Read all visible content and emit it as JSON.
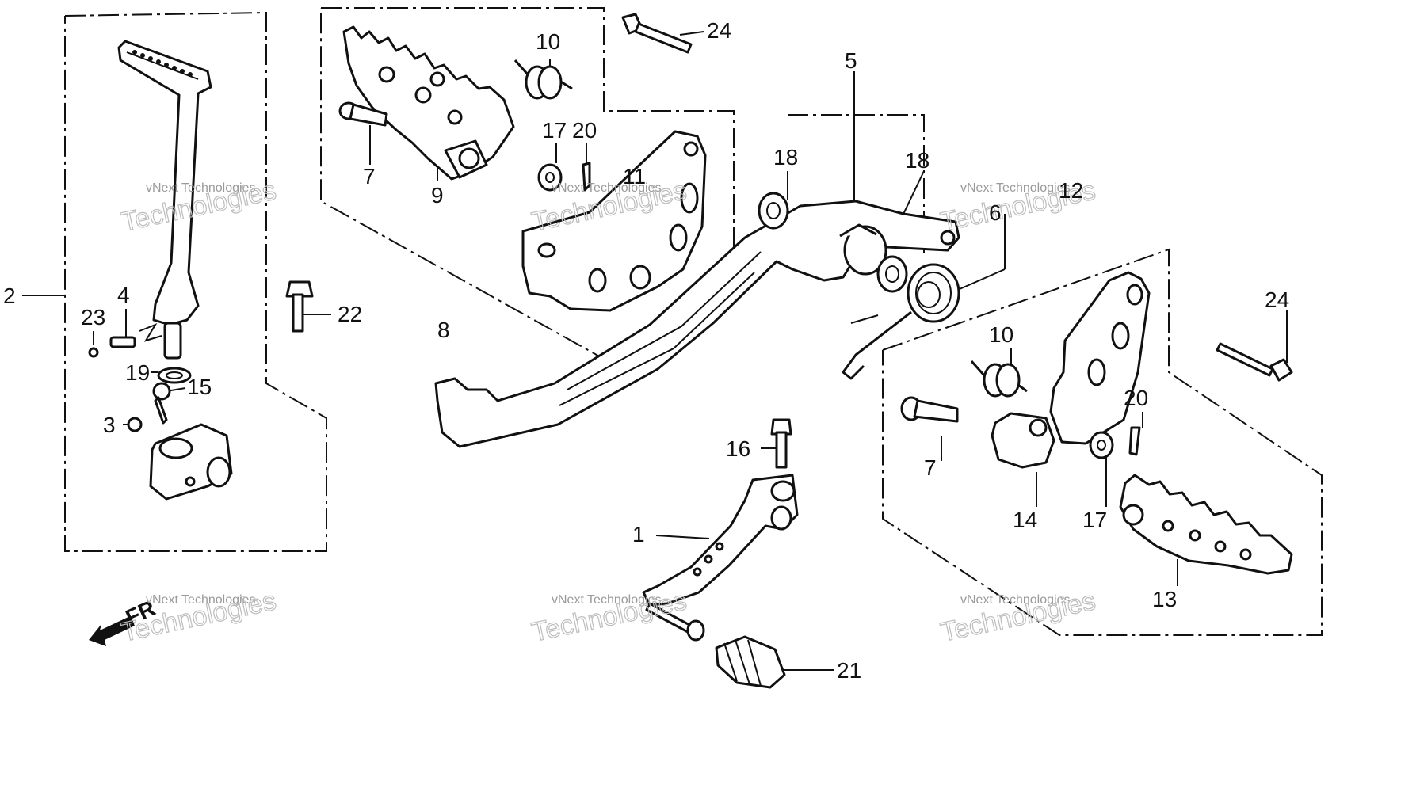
{
  "callouts": {
    "n1": "1",
    "n2": "2",
    "n3": "3",
    "n4": "4",
    "n5": "5",
    "n6": "6",
    "n7a": "7",
    "n7b": "7",
    "n8": "8",
    "n9": "9",
    "n10a": "10",
    "n10b": "10",
    "n11": "11",
    "n12": "12",
    "n13": "13",
    "n14": "14",
    "n15": "15",
    "n16": "16",
    "n17a": "17",
    "n17b": "17",
    "n18a": "18",
    "n18b": "18",
    "n19": "19",
    "n20a": "20",
    "n20b": "20",
    "n21": "21",
    "n22": "22",
    "n23": "23",
    "n24a": "24",
    "n24b": "24"
  },
  "front_arrow": {
    "label": "FR",
    "icon": "front-arrow-icon"
  },
  "watermark": {
    "line1": "vNext",
    "line2": "Technologies",
    "small": "vNext Technologies"
  }
}
